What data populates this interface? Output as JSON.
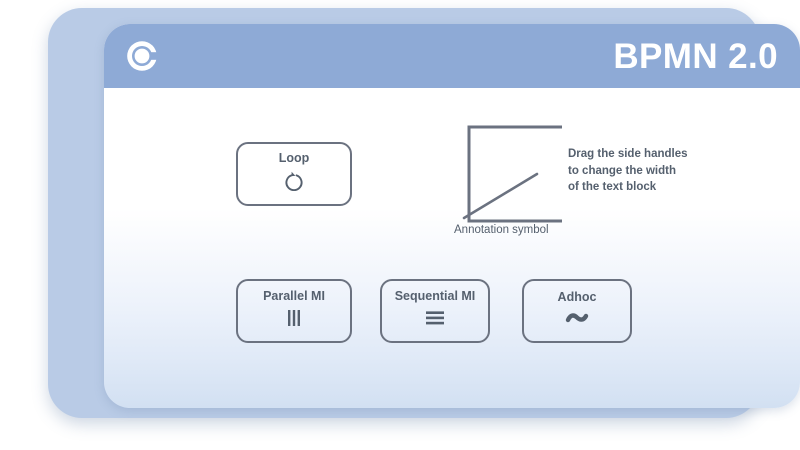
{
  "header": {
    "logo_icon": "camunda-c-ring-icon",
    "title": "BPMN 2.0",
    "background_color": "#8eaad6",
    "title_color": "#ffffff"
  },
  "canvas": {
    "stroke_color": "#6b7280",
    "text_color": "#55606e",
    "tasks": [
      {
        "id": "loop",
        "label": "Loop",
        "marker_icon": "loop-marker-icon"
      },
      {
        "id": "parallel-mi",
        "label": "Parallel MI",
        "marker_icon": "parallel-multi-instance-marker-icon"
      },
      {
        "id": "sequential-mi",
        "label": "Sequential MI",
        "marker_icon": "sequential-multi-instance-marker-icon"
      },
      {
        "id": "adhoc",
        "label": "Adhoc",
        "marker_icon": "adhoc-marker-icon"
      }
    ],
    "annotation": {
      "text_lines": [
        "Drag the side handles",
        "to change the width",
        "of the text block"
      ],
      "text": "Drag the side handles to change the width of the text block",
      "caption": "Annotation symbol",
      "shape_icon": "text-annotation-bracket-icon",
      "connector_icon": "association-line-icon"
    }
  },
  "frame": {
    "shell_color": "#b9cbe6",
    "card_top_color": "#ffffff",
    "card_bottom_color": "#d2e0f2"
  }
}
